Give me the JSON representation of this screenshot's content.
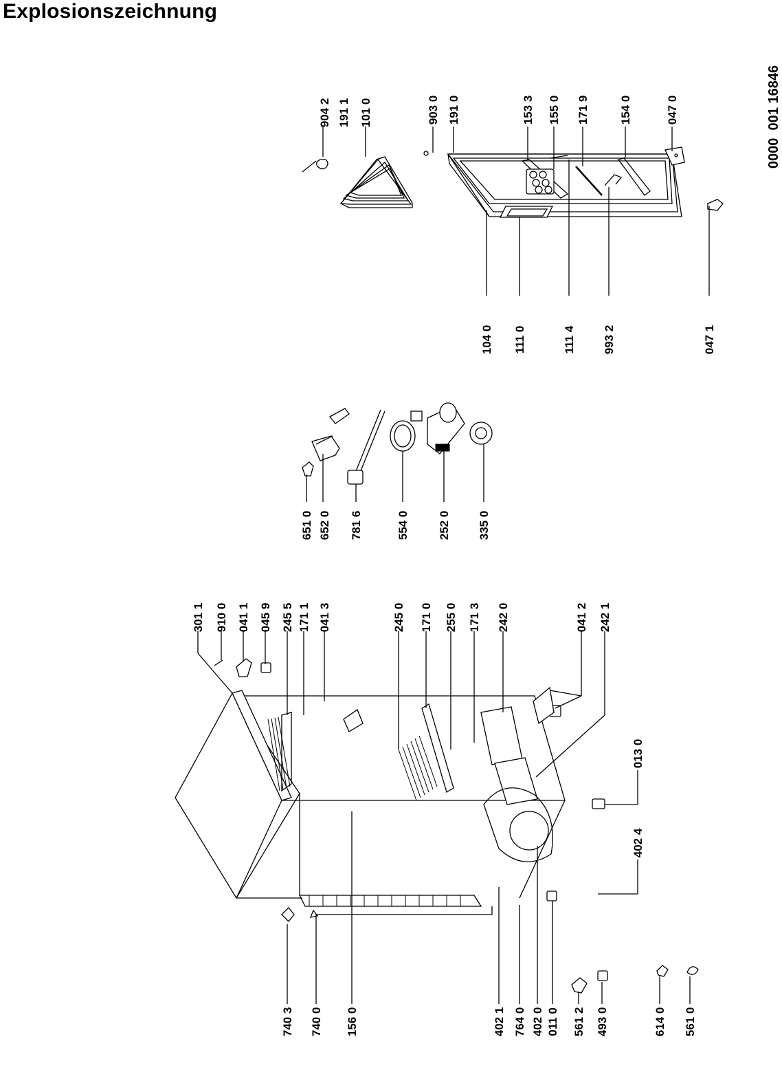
{
  "title": "Explosionszeichnung",
  "doc_number": "0000  001 16846",
  "parts": {
    "p9042": "904 2",
    "p1911": "191 1",
    "p1010": "101 0",
    "p9030": "903 0",
    "p1910": "191 0",
    "p1533": "153 3",
    "p1550": "155 0",
    "p1719": "171 9",
    "p1540": "154 0",
    "p0470": "047 0",
    "p1040": "104 0",
    "p1110": "111 0",
    "p1114": "111 4",
    "p9932": "993 2",
    "p0471": "047 1",
    "p6510": "651 0",
    "p6520": "652 0",
    "p7816": "781 6",
    "p5540": "554 0",
    "p2520": "252 0",
    "p3350": "335 0",
    "p3011": "301 1",
    "p9100": "910 0",
    "p0411": "041 1",
    "p0459": "045 9",
    "p2455": "245 5",
    "p1711": "171 1",
    "p0413": "041 3",
    "p2450": "245 0",
    "p1710": "171 0",
    "p2550": "255 0",
    "p1713": "171 3",
    "p2420": "242 0",
    "p0412": "041 2",
    "p2421": "242 1",
    "p0130": "013 0",
    "p4024": "402 4",
    "p7403": "740 3",
    "p7400": "740 0",
    "p1560": "156 0",
    "p4021": "402 1",
    "p7640": "764 0",
    "p4020": "402 0",
    "p0110": "011 0",
    "p5612": "561 2",
    "p4930": "493 0",
    "p6140": "614 0",
    "p5610": "561 0"
  }
}
